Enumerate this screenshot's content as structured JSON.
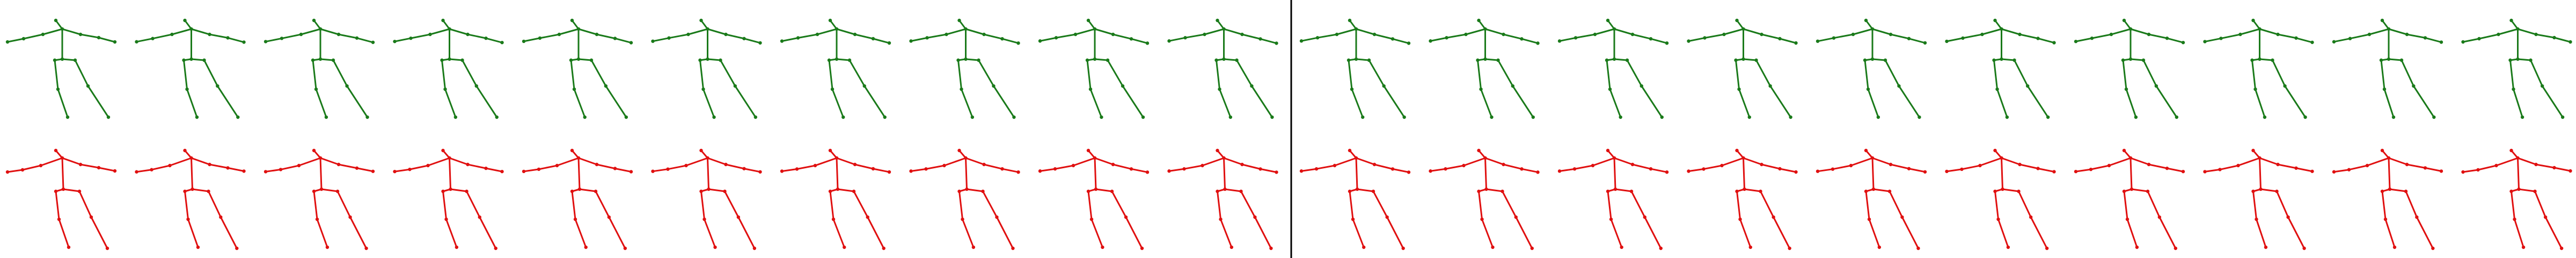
{
  "figure": {
    "background": "#ffffff",
    "divider_color": "#000000",
    "frames_per_group": 10,
    "groups": 2,
    "rows": [
      {
        "name": "top-row",
        "color": "#1a7a1a"
      },
      {
        "name": "bottom-row",
        "color": "#e01010"
      }
    ]
  }
}
